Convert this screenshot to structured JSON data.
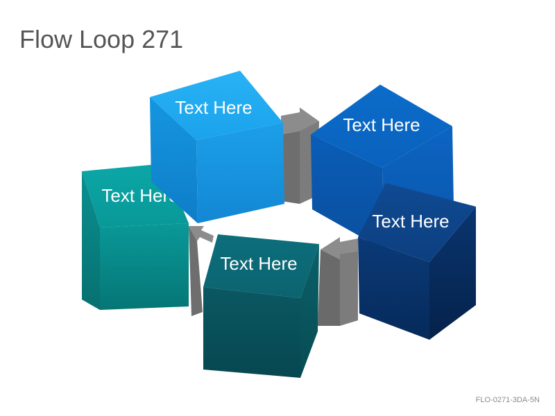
{
  "title": "Flow Loop 271",
  "code": "FLO-0271-3DA-5N",
  "boxes": [
    {
      "label": "Text Here",
      "color": "#1aa3ec"
    },
    {
      "label": "Text Here",
      "color": "#0a68c7"
    },
    {
      "label": "Text Here",
      "color": "#0c3f80"
    },
    {
      "label": "Text Here",
      "color": "#0b6470"
    },
    {
      "label": "Text Here",
      "color": "#0a9a9a"
    }
  ],
  "arrow_color": "#7a7a7a"
}
